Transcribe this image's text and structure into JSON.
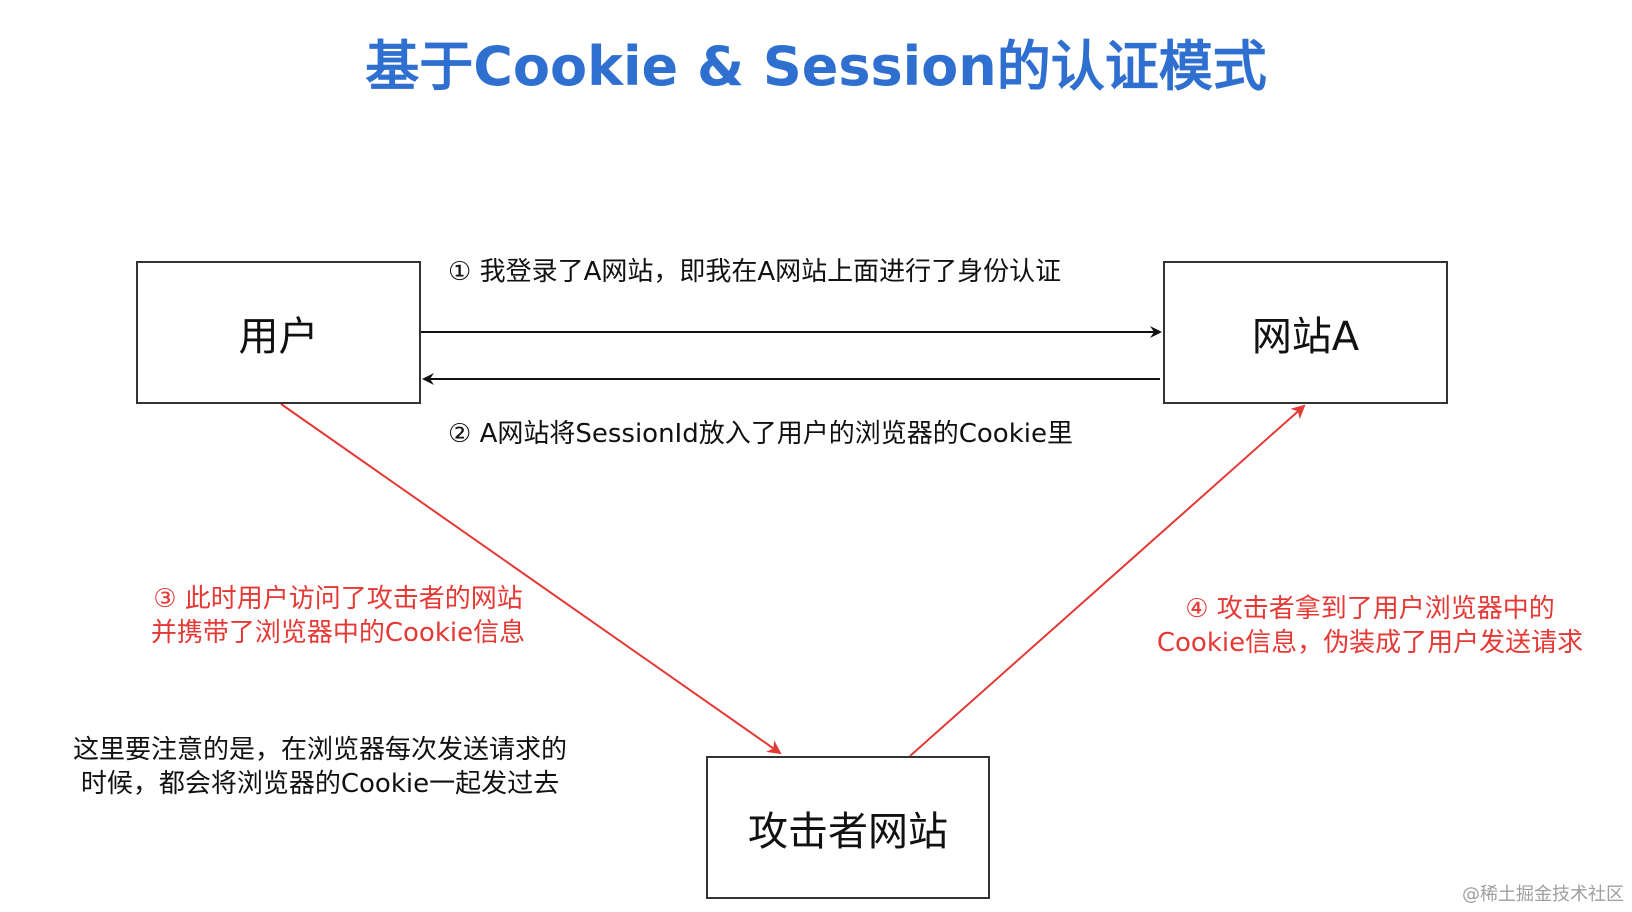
{
  "title": "基于Cookie & Session的认证模式",
  "nodes": {
    "user": "用户",
    "site_a": "网站A",
    "attacker": "攻击者网站"
  },
  "steps": {
    "step1": "① 我登录了A网站，即我在A网站上面进行了身份认证",
    "step2": "② A网站将SessionId放入了用户的浏览器的Cookie里",
    "step3_line1": "③ 此时用户访问了攻击者的网站",
    "step3_line2": "并携带了浏览器中的Cookie信息",
    "step4_line1": "④ 攻击者拿到了用户浏览器中的",
    "step4_line2": "Cookie信息，伪装成了用户发送请求"
  },
  "note": {
    "line1": "这里要注意的是，在浏览器每次发送请求的",
    "line2": "时候，都会将浏览器的Cookie一起发过去"
  },
  "watermark": "@稀土掘金技术社区",
  "colors": {
    "title": "#2e6fd0",
    "black_arrow": "#111111",
    "red_arrow": "#e53935"
  }
}
